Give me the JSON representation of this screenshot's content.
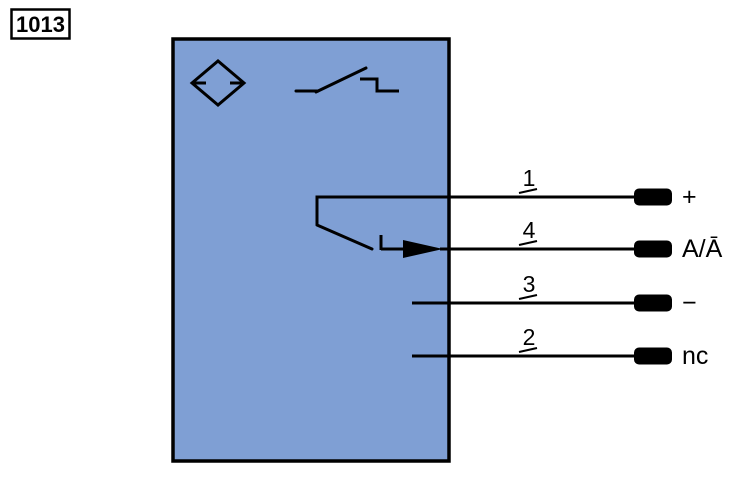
{
  "badge": {
    "label": "1013"
  },
  "diagram": {
    "colors": {
      "sensor_body": "#7f9fd4",
      "line": "#000000",
      "terminal": "#000000",
      "background": "#ffffff"
    },
    "symbols": {
      "sensor": "proximity-sensor-diamond-icon",
      "contact": "normally-open-switch-icon",
      "output": "switch-output-arrow-icon"
    },
    "wires": [
      {
        "number": "1",
        "terminal_label": "+"
      },
      {
        "number": "4",
        "terminal_label": "A/Ā"
      },
      {
        "number": "3",
        "terminal_label": "−"
      },
      {
        "number": "2",
        "terminal_label": "nc"
      }
    ]
  }
}
